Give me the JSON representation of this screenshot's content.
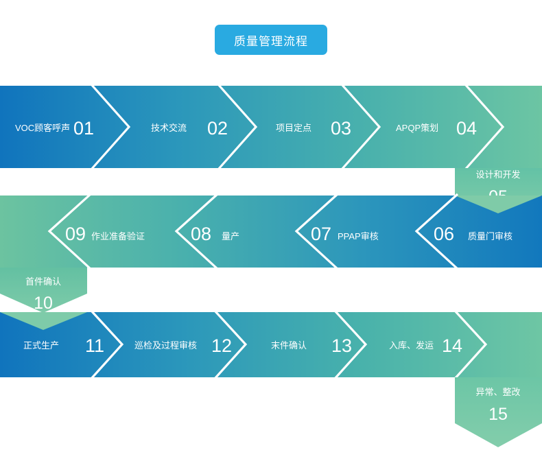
{
  "title": {
    "label": "质量管理流程",
    "bg": "#29aae1"
  },
  "palette": {
    "blue": "#1278bd",
    "teal": "#2f9fb8",
    "green": "#6cc3a0",
    "green_light": "#7ecba9",
    "separator": "#ffffff",
    "page_bg": "#ffffff",
    "text": "#ffffff"
  },
  "chart_data": {
    "type": "diagram",
    "subtype": "serpentine-chevron-process-flow",
    "title": "质量管理流程",
    "rows": 3,
    "direction": [
      "left-to-right",
      "right-to-left",
      "left-to-right"
    ],
    "steps": [
      {
        "num": "01",
        "label": "VOC顾客呼声",
        "row": 1,
        "kind": "chevron",
        "color": "#1276bc"
      },
      {
        "num": "02",
        "label": "技术交流",
        "row": 1,
        "kind": "chevron",
        "color": "#2090bc"
      },
      {
        "num": "03",
        "label": "项目定点",
        "row": 1,
        "kind": "chevron",
        "color": "#3ca9b4"
      },
      {
        "num": "04",
        "label": "APQP策划",
        "row": 1,
        "kind": "chevron",
        "color": "#58bda8"
      },
      {
        "num": "05",
        "label": "设计和开发",
        "row": "1-2",
        "kind": "down-connector",
        "color": "#6cc6a4"
      },
      {
        "num": "06",
        "label": "质量门审核",
        "row": 2,
        "kind": "chevron-left",
        "color": "#1278bd"
      },
      {
        "num": "07",
        "label": "PPAP审核",
        "row": 2,
        "kind": "chevron-left",
        "color": "#2f93bd"
      },
      {
        "num": "08",
        "label": "量产",
        "row": 2,
        "kind": "chevron-left",
        "color": "#41a6b4"
      },
      {
        "num": "09",
        "label": "作业准备验证",
        "row": 2,
        "kind": "chevron-left",
        "color": "#5bbaa8"
      },
      {
        "num": "10",
        "label": "首件确认",
        "row": "2-3",
        "kind": "down-connector",
        "color": "#6cc3a0"
      },
      {
        "num": "11",
        "label": "正式生产",
        "row": 3,
        "kind": "chevron",
        "color": "#1276bc"
      },
      {
        "num": "12",
        "label": "巡检及过程审核",
        "row": 3,
        "kind": "chevron",
        "color": "#2796bc"
      },
      {
        "num": "13",
        "label": "末件确认",
        "row": 3,
        "kind": "chevron",
        "color": "#41a8b2"
      },
      {
        "num": "14",
        "label": "入库、发运",
        "row": 3,
        "kind": "chevron",
        "color": "#5cbda6"
      },
      {
        "num": "15",
        "label": "异常、整改",
        "row": "3-end",
        "kind": "down-connector",
        "color": "#74c8a6"
      }
    ]
  }
}
